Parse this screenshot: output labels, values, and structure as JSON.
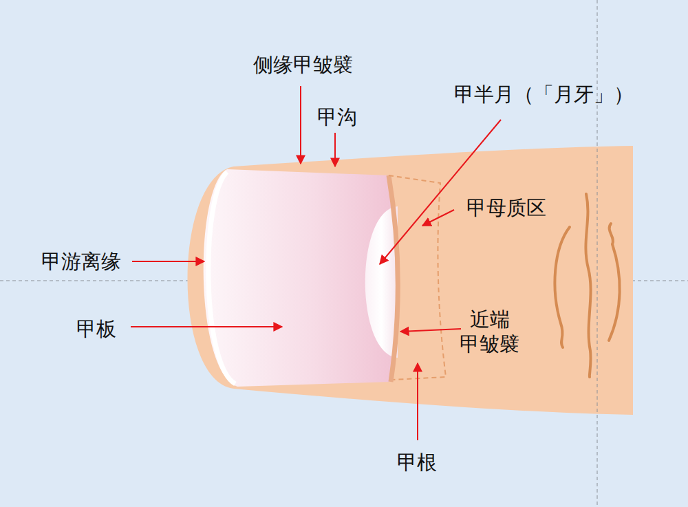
{
  "diagram": {
    "labels": [
      "侧缘甲皱襞",
      "甲沟",
      "甲半月（「月牙」）",
      "甲母质区",
      "甲游离缘",
      "甲板",
      "近端 甲皱襞",
      "甲根"
    ]
  }
}
